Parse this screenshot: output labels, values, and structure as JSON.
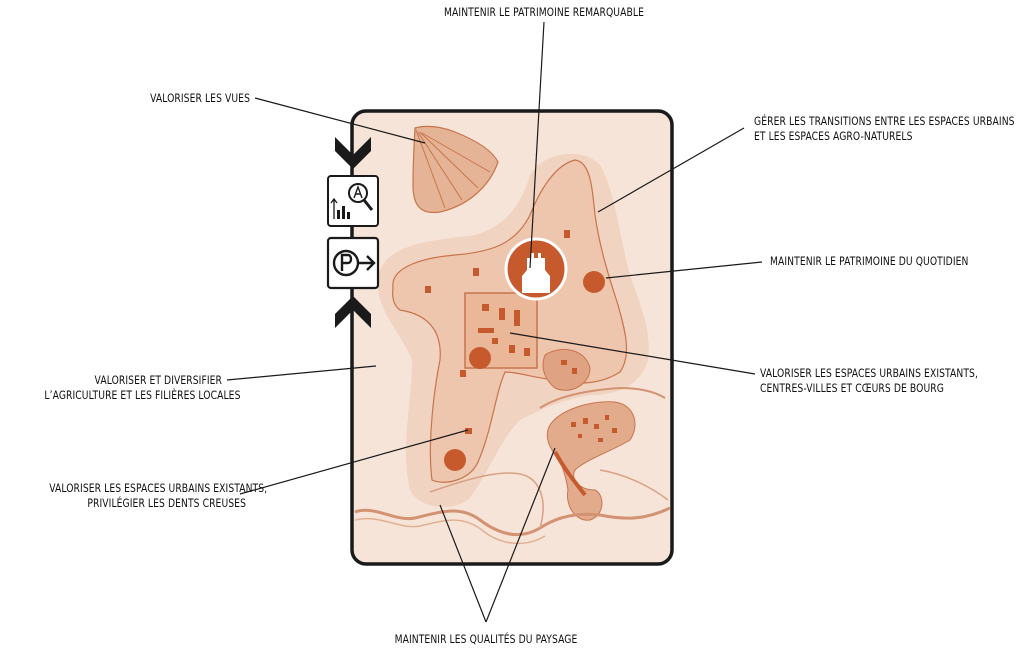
{
  "labels": {
    "patrimoine_remarquable": "MAINTENIR LE PATRIMOINE REMARQUABLE",
    "valoriser_vues": "VALORISER LES VUES",
    "transitions_l1": "GÉRER LES TRANSITIONS ENTRE LES ESPACES URBAINS",
    "transitions_l2": "ET LES ESPACES AGRO-NATURELS",
    "patrimoine_quotidien": "MAINTENIR LE PATRIMOINE DU QUOTIDIEN",
    "agriculture_l1": "VALORISER ET DIVERSIFIER",
    "agriculture_l2": "L’AGRICULTURE ET LES FILIÈRES LOCALES",
    "centres_l1": "VALORISER LES ESPACES URBAINS EXISTANTS,",
    "centres_l2": "CENTRES-VILLES ET CŒURS DE BOURG",
    "dents_l1": "VALORISER LES ESPACES URBAINS EXISTANTS,",
    "dents_l2": "PRIVILÉGIER LES DENTS CREUSES",
    "paysage": "MAINTENIR LES QUALITÉS DU PAYSAGE"
  },
  "icons": {
    "top_arrow": "chevron-down-icon",
    "analysis": "chart-search-icon",
    "parking": "parking-arrow-icon",
    "bottom_arrow": "chevron-up-icon",
    "monument": "castle-icon"
  },
  "colors": {
    "paper": "#f6e4d8",
    "halo": "#eed0be",
    "urban_fill": "#eec6ad",
    "accent": "#c65a2c",
    "outline": "#c8744c",
    "frame": "#1a1a1a"
  }
}
